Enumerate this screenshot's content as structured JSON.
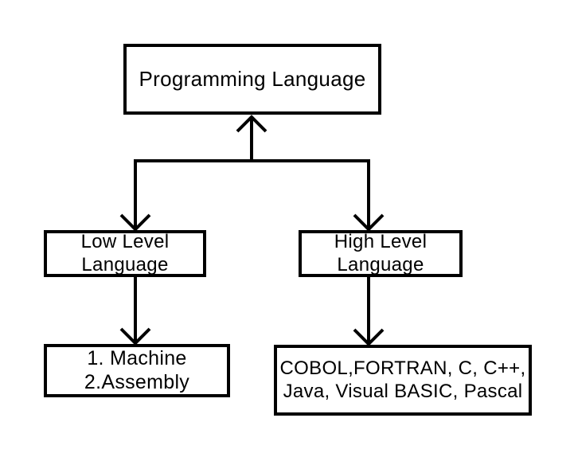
{
  "diagram": {
    "colors": {
      "background": "#ffffff",
      "line": "#000000",
      "text": "#000000"
    },
    "nodes": {
      "root": {
        "lines": [
          "Programming Language"
        ]
      },
      "low_level": {
        "lines": [
          "Low Level",
          "Language"
        ]
      },
      "high_level": {
        "lines": [
          "High Level",
          "Language"
        ]
      },
      "low_level_types": {
        "lines": [
          "1. Machine",
          "2.Assembly"
        ]
      },
      "high_level_examples": {
        "lines": [
          "COBOL,FORTRAN, C, C++,",
          "Java, Visual BASIC, Pascal"
        ]
      }
    },
    "edges": [
      {
        "from": "branch-bar",
        "to": "root",
        "direction": "up"
      },
      {
        "from": "branch-bar",
        "to": "low_level",
        "direction": "down"
      },
      {
        "from": "branch-bar",
        "to": "high_level",
        "direction": "down"
      },
      {
        "from": "low_level",
        "to": "low_level_types",
        "direction": "down"
      },
      {
        "from": "high_level",
        "to": "high_level_examples",
        "direction": "down"
      }
    ]
  }
}
